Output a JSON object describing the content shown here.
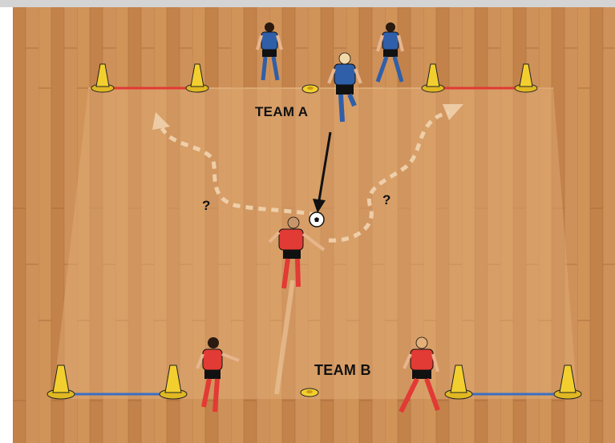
{
  "labels": {
    "team_a": "TEAM A",
    "team_b": "TEAM B",
    "question_left": "?",
    "question_right": "?"
  },
  "colors": {
    "floor": "#c98a52",
    "floor_light": "#dca26a",
    "court_area": "#d6a06c",
    "team_a_shirt": "#2f5fa8",
    "team_b_shirt": "#e23a34",
    "cone": "#f2cf2e",
    "line_top": "#e23a34",
    "line_bottom": "#3a6fc2"
  },
  "icons": {
    "cone": "training-cone",
    "player_team_a": "blue-player",
    "player_team_b": "red-player",
    "ball": "soccer-ball",
    "marker": "flat-disc-marker"
  }
}
